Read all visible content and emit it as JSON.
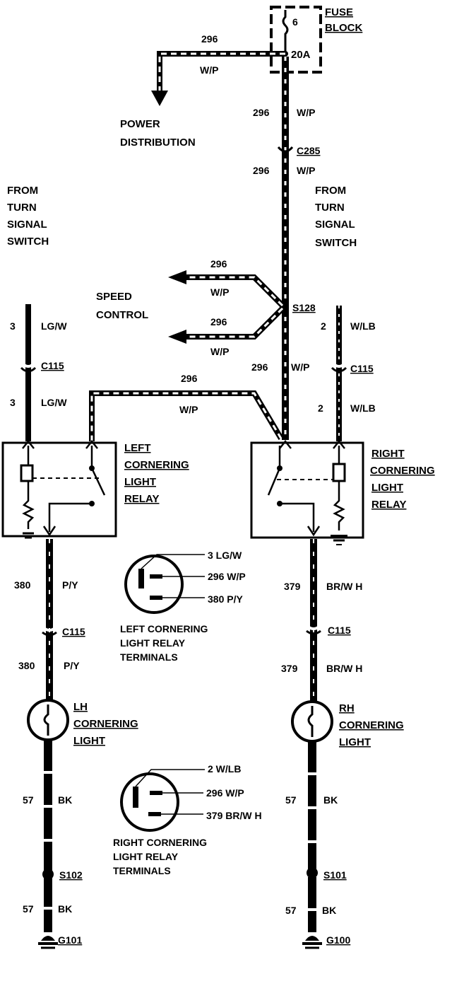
{
  "fuse_block": {
    "title_line1": "FUSE",
    "title_line2": "BLOCK",
    "fuse_number": "6",
    "fuse_rating": "20A"
  },
  "power_distribution": {
    "circuit": "296",
    "color": "W/P",
    "label_line1": "POWER",
    "label_line2": "DISTRIBUTION"
  },
  "main_feed": {
    "circuit_a": "296",
    "color_a": "W/P",
    "connector": "C285",
    "circuit_b": "296",
    "color_b": "W/P",
    "splice": "S128",
    "circuit_c": "296",
    "color_c": "W/P"
  },
  "speed_control": {
    "label_line1": "SPEED",
    "label_line2": "CONTROL",
    "circuit_upper": "296",
    "color_upper": "W/P",
    "circuit_lower": "296",
    "color_lower": "W/P"
  },
  "left_side": {
    "from_line1": "FROM",
    "from_line2": "TURN",
    "from_line3": "SIGNAL",
    "from_line4": "SWITCH",
    "in_circuit": "3",
    "in_color": "LG/W",
    "connector_top": "C115",
    "in_circuit2": "3",
    "in_color2": "LG/W",
    "cross_circuit": "296",
    "cross_color": "W/P",
    "relay_line1": "LEFT",
    "relay_line2": "CORNERING",
    "relay_line3": "LIGHT",
    "relay_line4": "RELAY",
    "out_circuit": "380",
    "out_color": "P/Y",
    "connector_bottom": "C115",
    "out_circuit2": "380",
    "out_color2": "P/Y",
    "lamp_line1": "LH",
    "lamp_line2": "CORNERING",
    "lamp_line3": "LIGHT",
    "ground_circuit": "57",
    "ground_color": "BK",
    "splice": "S102",
    "ground_circuit2": "57",
    "ground_color2": "BK",
    "ground": "G101"
  },
  "right_side": {
    "from_line1": "FROM",
    "from_line2": "TURN",
    "from_line3": "SIGNAL",
    "from_line4": "SWITCH",
    "in_circuit": "2",
    "in_color": "W/LB",
    "connector_top": "C115",
    "in_circuit2": "2",
    "in_color2": "W/LB",
    "relay_line1": "RIGHT",
    "relay_line2": "CORNERING",
    "relay_line3": "LIGHT",
    "relay_line4": "RELAY",
    "out_circuit": "379",
    "out_color": "BR/W H",
    "connector_bottom": "C115",
    "out_circuit2": "379",
    "out_color2": "BR/W H",
    "lamp_line1": "RH",
    "lamp_line2": "CORNERING",
    "lamp_line3": "LIGHT",
    "ground_circuit": "57",
    "ground_color": "BK",
    "splice": "S101",
    "ground_circuit2": "57",
    "ground_color2": "BK",
    "ground": "G100"
  },
  "left_terminals": {
    "pin1": "3 LG/W",
    "pin2": "296 W/P",
    "pin3": "380 P/Y",
    "caption_line1": "LEFT CORNERING",
    "caption_line2": "LIGHT RELAY",
    "caption_line3": "TERMINALS"
  },
  "right_terminals": {
    "pin1": "2 W/LB",
    "pin2": "296 W/P",
    "pin3": "379 BR/W H",
    "caption_line1": "RIGHT CORNERING",
    "caption_line2": "LIGHT RELAY",
    "caption_line3": "TERMINALS"
  }
}
